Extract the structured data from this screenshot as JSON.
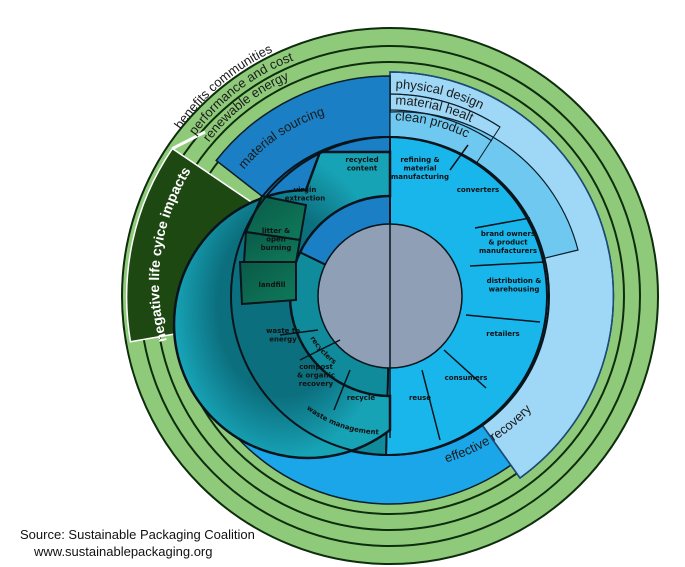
{
  "rings": {
    "benefits": "benefits communities",
    "performance": "performance and cost",
    "renewable": "renewable energy",
    "negative": "negative life cyice impacts",
    "material_sourcing": "material sourcing",
    "physical_design": "physical design",
    "material_health": "material health",
    "clean_production": "clean production",
    "effective_recovery": "effective recovery"
  },
  "segments": {
    "recycled_content": "recycled content",
    "virgin_extraction": "virgin extraction",
    "refining": "refining & material manufacturing",
    "converters": "converters",
    "brand_owners": "brand owners & product manufacturers",
    "distribution": "distribution & warehousing",
    "retailers": "retailers",
    "consumers": "consumers",
    "reuse": "reuse",
    "recycle": "recycle",
    "compost": "compost & organic recovery",
    "waste_to_energy": "waste to energy",
    "landfill": "landfill",
    "litter": "litter & open burning",
    "recyclers": "recyclers",
    "waste_management": "waste management"
  },
  "source": {
    "line1": "Source: Sustainable Packaging Coalition",
    "line2": "www.sustainablepackaging.org"
  },
  "colors": {
    "outer_green": "#8fca7a",
    "dark_green": "#1e4812",
    "material_blue": "#1a7fc4",
    "light_blue": "#9fd8f6",
    "mid_blue": "#29a9e6",
    "bright_blue": "#19b6ec",
    "teal": "#0f8b9c",
    "dark_teal": "#0c5a52",
    "core_gray": "#8f9fb6"
  }
}
